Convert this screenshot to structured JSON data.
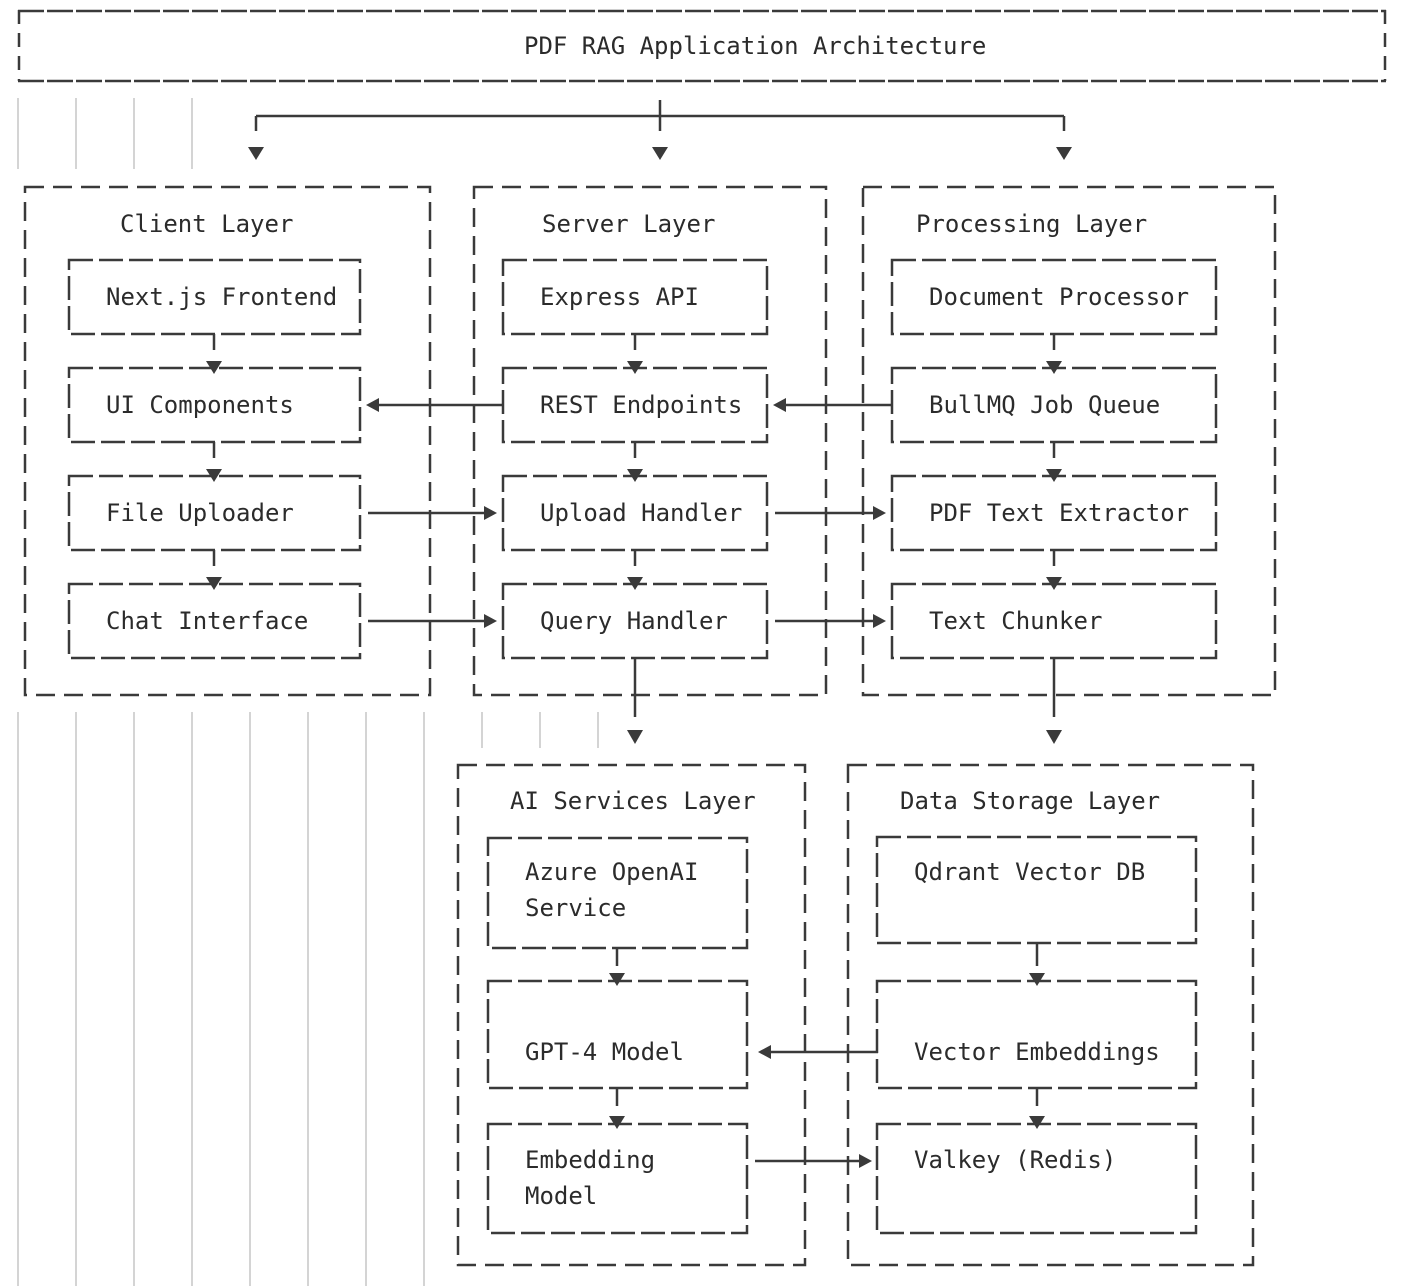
{
  "diagram_title": "PDF RAG Application Architecture",
  "layers": [
    {
      "label": "Client Layer",
      "nodes": [
        {
          "label": "Next.js Frontend"
        },
        {
          "label": "UI Components"
        },
        {
          "label": "File Uploader"
        },
        {
          "label": "Chat Interface"
        }
      ]
    },
    {
      "label": "Server Layer",
      "nodes": [
        {
          "label": "Express API"
        },
        {
          "label": "REST Endpoints"
        },
        {
          "label": "Upload Handler"
        },
        {
          "label": "Query Handler"
        }
      ]
    },
    {
      "label": "Processing Layer",
      "nodes": [
        {
          "label": "Document Processor"
        },
        {
          "label": "BullMQ Job Queue"
        },
        {
          "label": "PDF Text Extractor"
        },
        {
          "label": "Text Chunker"
        }
      ]
    },
    {
      "label": "AI Services Layer",
      "nodes": [
        {
          "label": "Azure OpenAI\nService"
        },
        {
          "label": "GPT-4 Model"
        },
        {
          "label": "Embedding\nModel"
        }
      ]
    },
    {
      "label": "Data Storage Layer",
      "nodes": [
        {
          "label": "Qdrant Vector DB"
        },
        {
          "label": "Vector Embeddings"
        },
        {
          "label": "Valkey (Redis)"
        }
      ]
    }
  ],
  "edges": [
    {
      "from": "PDF RAG Application Architecture",
      "to": "Client Layer"
    },
    {
      "from": "PDF RAG Application Architecture",
      "to": "Server Layer"
    },
    {
      "from": "PDF RAG Application Architecture",
      "to": "Processing Layer"
    },
    {
      "from": "Next.js Frontend",
      "to": "UI Components"
    },
    {
      "from": "UI Components",
      "to": "File Uploader"
    },
    {
      "from": "File Uploader",
      "to": "Chat Interface"
    },
    {
      "from": "Express API",
      "to": "REST Endpoints"
    },
    {
      "from": "REST Endpoints",
      "to": "Upload Handler"
    },
    {
      "from": "Upload Handler",
      "to": "Query Handler"
    },
    {
      "from": "Document Processor",
      "to": "BullMQ Job Queue"
    },
    {
      "from": "BullMQ Job Queue",
      "to": "PDF Text Extractor"
    },
    {
      "from": "PDF Text Extractor",
      "to": "Text Chunker"
    },
    {
      "from": "REST Endpoints",
      "to": "UI Components"
    },
    {
      "from": "BullMQ Job Queue",
      "to": "REST Endpoints"
    },
    {
      "from": "File Uploader",
      "to": "Upload Handler"
    },
    {
      "from": "Upload Handler",
      "to": "PDF Text Extractor"
    },
    {
      "from": "Chat Interface",
      "to": "Query Handler"
    },
    {
      "from": "Query Handler",
      "to": "Text Chunker"
    },
    {
      "from": "Query Handler",
      "to": "AI Services Layer"
    },
    {
      "from": "Text Chunker",
      "to": "Data Storage Layer"
    },
    {
      "from": "Azure OpenAI Service",
      "to": "GPT-4 Model"
    },
    {
      "from": "GPT-4 Model",
      "to": "Embedding Model"
    },
    {
      "from": "Qdrant Vector DB",
      "to": "Vector Embeddings"
    },
    {
      "from": "Vector Embeddings",
      "to": "Valkey (Redis)"
    },
    {
      "from": "Vector Embeddings",
      "to": "GPT-4 Model"
    },
    {
      "from": "Embedding Model",
      "to": "Valkey (Redis)"
    }
  ],
  "colors": {
    "line": "#3a3a3a",
    "text": "#2b2b2b",
    "guide": "#d4d4d4",
    "background": "#ffffff"
  }
}
